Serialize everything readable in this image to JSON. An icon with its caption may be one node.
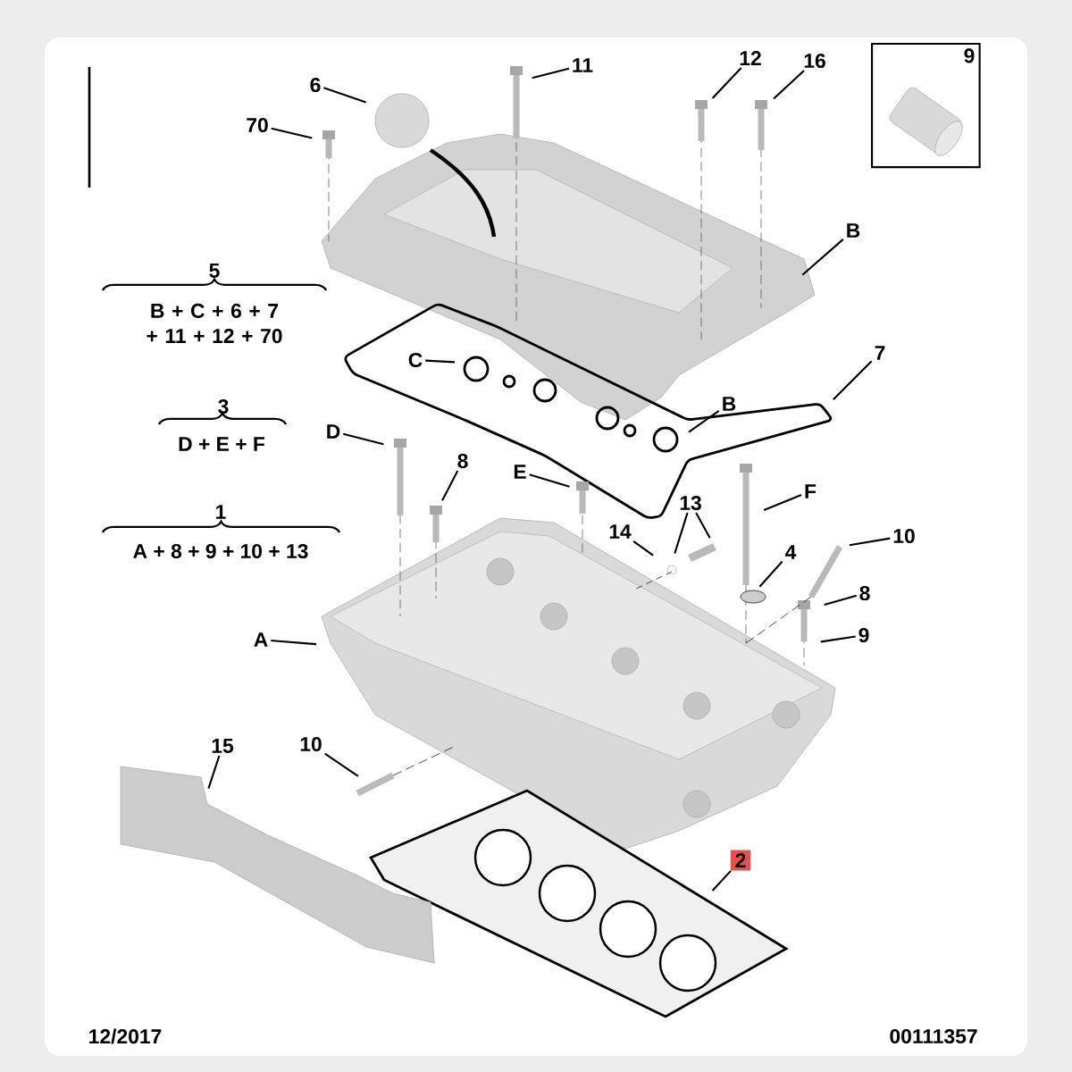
{
  "diagram": {
    "nodes": [
      {
        "text": [
          "11"
        ]
      },
      {
        "text": [
          "12"
        ]
      },
      {
        "text": [
          "16"
        ]
      },
      {
        "text": [
          "9"
        ]
      },
      {
        "text": [
          "6"
        ]
      },
      {
        "text": [
          "70"
        ]
      },
      {
        "text": [
          "B"
        ]
      },
      {
        "text": [
          "C"
        ]
      },
      {
        "text": [
          "7"
        ]
      },
      {
        "text": [
          "B"
        ]
      },
      {
        "text": [
          "D"
        ]
      },
      {
        "text": [
          "8"
        ]
      },
      {
        "text": [
          "E"
        ]
      },
      {
        "text": [
          "13"
        ]
      },
      {
        "text": [
          "14"
        ]
      },
      {
        "text": [
          "F"
        ]
      },
      {
        "text": [
          "10"
        ]
      },
      {
        "text": [
          "4"
        ]
      },
      {
        "text": [
          "8"
        ]
      },
      {
        "text": [
          "9"
        ]
      },
      {
        "text": [
          "A"
        ]
      },
      {
        "text": [
          "15"
        ]
      },
      {
        "text": [
          "10"
        ]
      },
      {
        "text": [
          "2"
        ]
      }
    ],
    "edges": [
      {
        "from": 0,
        "to": null,
        "arrow": "none"
      },
      {
        "from": 1,
        "to": null,
        "arrow": "none"
      },
      {
        "from": 2,
        "to": null,
        "arrow": "none"
      },
      {
        "from": 4,
        "to": null,
        "arrow": "none"
      },
      {
        "from": 5,
        "to": null,
        "arrow": "none"
      },
      {
        "from": 6,
        "to": null,
        "arrow": "none"
      },
      {
        "from": 7,
        "to": null,
        "arrow": "none"
      },
      {
        "from": 8,
        "to": null,
        "arrow": "none"
      },
      {
        "from": 9,
        "to": null,
        "arrow": "none"
      },
      {
        "from": 10,
        "to": null,
        "arrow": "none"
      },
      {
        "from": 11,
        "to": null,
        "arrow": "none"
      },
      {
        "from": 12,
        "to": null,
        "arrow": "none"
      },
      {
        "from": 13,
        "to": null,
        "arrow": "none"
      },
      {
        "from": 13,
        "to": null,
        "arrow": "none"
      },
      {
        "from": 14,
        "to": null,
        "arrow": "none"
      },
      {
        "from": 15,
        "to": null,
        "arrow": "none"
      },
      {
        "from": 16,
        "to": null,
        "arrow": "none"
      },
      {
        "from": 17,
        "to": null,
        "arrow": "none"
      },
      {
        "from": 18,
        "to": null,
        "arrow": "none"
      },
      {
        "from": 19,
        "to": null,
        "arrow": "none"
      },
      {
        "from": 20,
        "to": null,
        "arrow": "none"
      },
      {
        "from": 21,
        "to": null,
        "arrow": "none"
      },
      {
        "from": 22,
        "to": null,
        "arrow": "none"
      },
      {
        "from": 23,
        "to": null,
        "arrow": "none"
      }
    ],
    "labels": [
      "5",
      "B + C + 6 + 7 + 11 + 12 + 70",
      "3",
      "D + E + F",
      "1",
      "A + 8 + 9 + 10 + 13",
      "12/2017",
      "00111357"
    ]
  }
}
